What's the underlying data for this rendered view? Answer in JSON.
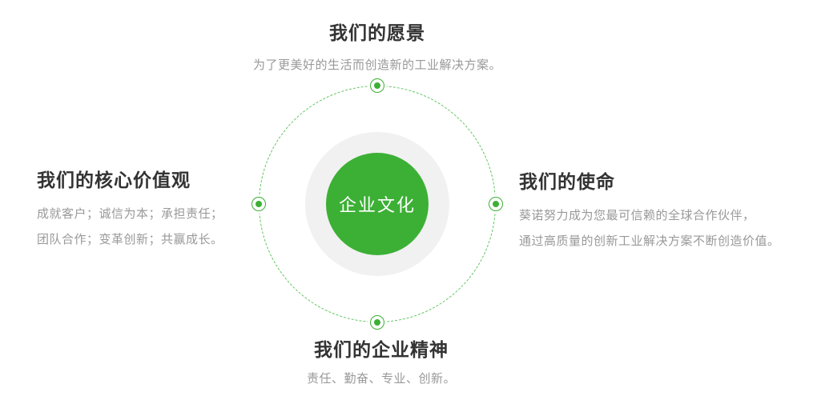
{
  "colors": {
    "accent": "#3cb035",
    "ring": "#5cc55c",
    "title": "#333333",
    "subtitle": "#999999",
    "center-bg": "#f1f1f1"
  },
  "diagram": {
    "center_label": "企业文化",
    "sections": {
      "top": {
        "title": "我们的愿景",
        "lines": [
          "为了更美好的生活而创造新的工业解决方案。"
        ]
      },
      "left": {
        "title": "我们的核心价值观",
        "lines": [
          "成就客户；诚信为本；承担责任；",
          "团队合作；变革创新；共赢成长。"
        ]
      },
      "right": {
        "title": "我们的使命",
        "lines": [
          "葵诺努力成为您最可信赖的全球合作伙伴，",
          "通过高质量的创新工业解决方案不断创造价值。"
        ]
      },
      "bottom": {
        "title": "我们的企业精神",
        "lines": [
          "责任、勤奋、专业、创新。"
        ]
      }
    }
  }
}
